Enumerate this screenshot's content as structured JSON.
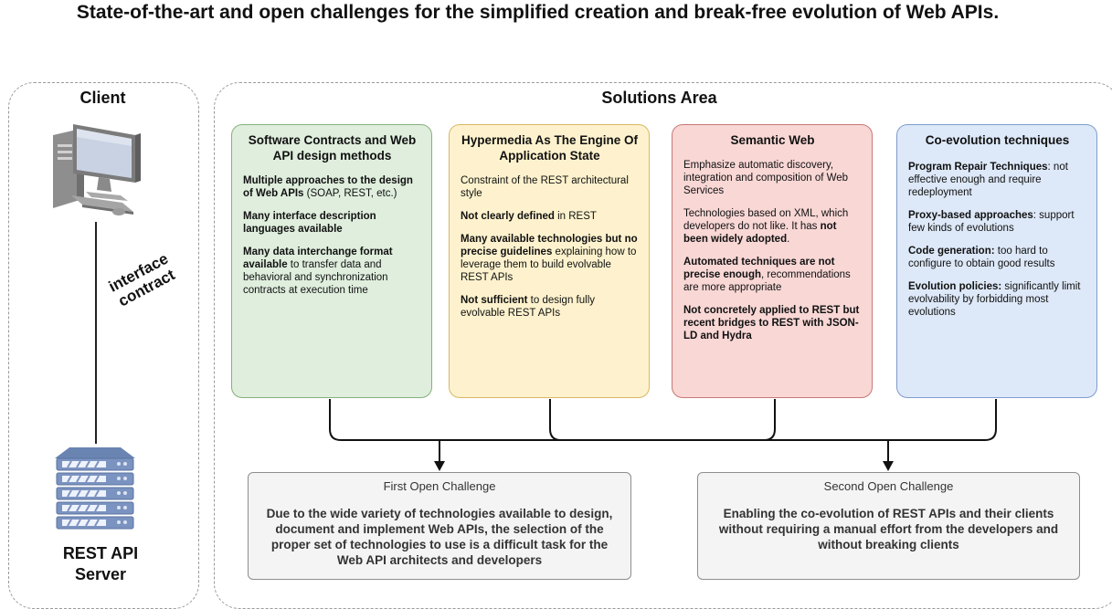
{
  "title": "State-of-the-art and open challenges for the simplified creation and break-free evolution of Web APIs.",
  "client": {
    "title": "Client",
    "icon": "desktop-computer-icon",
    "connection_label": "interface contract",
    "server_icon": "server-rack-icon",
    "server_label": "REST API Server"
  },
  "solutions": {
    "title": "Solutions Area",
    "cards": [
      {
        "title": "Software Contracts and Web API design methods",
        "color": "#dfeedd",
        "items": [
          {
            "bold": "Multiple approaches to the design of Web APIs",
            "text": " (SOAP, REST, etc.)"
          },
          {
            "bold": "Many interface description languages available",
            "text": ""
          },
          {
            "bold": "Many data interchange format available",
            "text": " to transfer data and behavioral and synchronization contracts at execution time"
          }
        ]
      },
      {
        "title": "Hypermedia As The Engine Of Application State",
        "color": "#fdf2cd",
        "items": [
          {
            "bold": "",
            "text": "Constraint of the REST architectural style"
          },
          {
            "bold": "Not clearly defined",
            "text": " in REST"
          },
          {
            "bold": "Many available technologies but no precise guidelines",
            "text": " explaining how to leverage them to build evolvable REST APIs"
          },
          {
            "bold": "Not sufficient",
            "text": " to design fully evolvable REST APIs"
          }
        ]
      },
      {
        "title": "Semantic Web",
        "color": "#f8d7d5",
        "items": [
          {
            "text": "Emphasize automatic discovery, integration and composition of Web Services",
            "bold": ""
          },
          {
            "text": "Technologies based on XML, which developers do not like. It has ",
            "bold": "not been widely adopted",
            "tail": "."
          },
          {
            "bold": "Automated techniques are not precise enough",
            "text": ", recommendations are more appropriate"
          },
          {
            "bold": "Not concretely applied to REST but recent bridges to REST with JSON-LD and Hydra",
            "text": ""
          }
        ]
      },
      {
        "title": "Co-evolution techniques",
        "color": "#dde8f8",
        "items": [
          {
            "bold": "Program Repair Techniques",
            "text": ": not effective enough and require redeployment"
          },
          {
            "bold": "Proxy-based approaches",
            "text": ": support few kinds of evolutions"
          },
          {
            "bold": "Code generation:",
            "text": " too hard to configure to obtain good results"
          },
          {
            "bold": "Evolution policies:",
            "text": " significantly limit evolvability by forbidding most evolutions"
          }
        ]
      }
    ]
  },
  "challenges": [
    {
      "title": "First Open Challenge",
      "body": "Due to the wide variety of technologies available to design, document and implement Web APIs, the selection of the proper set of technologies to use is a difficult task for the Web API architects and developers"
    },
    {
      "title": "Second Open Challenge",
      "body": "Enabling the co-evolution of REST APIs and their clients without requiring a manual effort from the developers and without breaking clients"
    }
  ]
}
